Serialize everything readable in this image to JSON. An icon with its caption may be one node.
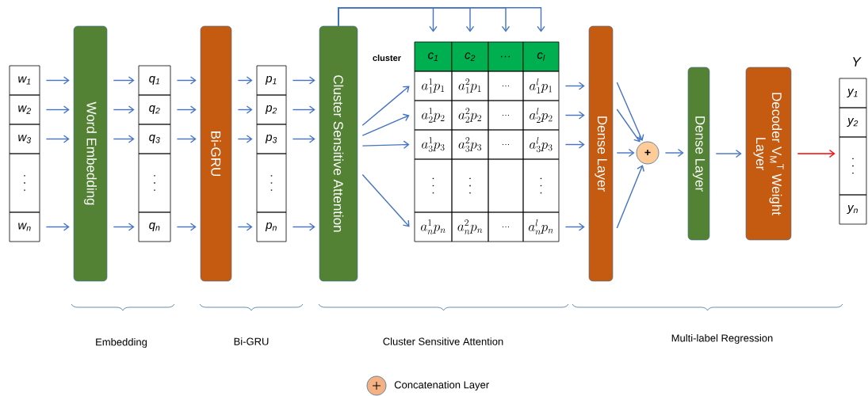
{
  "diagram": {
    "nodes": [
      {
        "text": [
          "w$_{1}$"
        ]
      },
      {
        "text": [
          "w$_{2}$"
        ]
      },
      {
        "text": [
          "w$_{3}$"
        ]
      },
      {
        "text": [
          ". . ."
        ]
      },
      {
        "text": [
          "w$_{n}$"
        ]
      },
      {
        "text": [
          "Word Embedding"
        ]
      },
      {
        "text": [
          "q$_{1}$"
        ]
      },
      {
        "text": [
          "q$_{2}$"
        ]
      },
      {
        "text": [
          "q$_{3}$"
        ]
      },
      {
        "text": [
          ". . ."
        ]
      },
      {
        "text": [
          "q$_{n}$"
        ]
      },
      {
        "text": [
          "Bi-GRU"
        ]
      },
      {
        "text": [
          "p$_{1}$"
        ]
      },
      {
        "text": [
          "p$_{2}$"
        ]
      },
      {
        "text": [
          "p$_{3}$"
        ]
      },
      {
        "text": [
          ". . ."
        ]
      },
      {
        "text": [
          "p$_{n}$"
        ]
      },
      {
        "text": [
          "Cluster Sensitive Attention"
        ]
      },
      {
        "text": [
          "c$_{1}$"
        ]
      },
      {
        "text": [
          "c$_{2}$"
        ]
      },
      {
        "text": [
          "…"
        ]
      },
      {
        "text": [
          "c$_{l}$"
        ]
      },
      {
        "text": [
          "a_1^1p_1"
        ]
      },
      {
        "text": [
          "a_1^2p_1"
        ]
      },
      {
        "text": [
          "…"
        ]
      },
      {
        "text": [
          "a_1^lp_1"
        ]
      },
      {
        "text": [
          "a_2^1p_2"
        ]
      },
      {
        "text": [
          "a_2^2p_2"
        ]
      },
      {
        "text": [
          "…"
        ]
      },
      {
        "text": [
          "a_2^lp_2"
        ]
      },
      {
        "text": [
          "a_3^1p_3"
        ]
      },
      {
        "text": [
          "a_3^2p_3"
        ]
      },
      {
        "text": [
          "…"
        ]
      },
      {
        "text": [
          "a_3^lp_3"
        ]
      },
      {
        "text": [
          ". . ."
        ]
      },
      {
        "text": [
          ". . ."
        ]
      },
      {
        "text": [],
        "shape": "box"
      },
      {
        "text": [
          ". . ."
        ]
      },
      {
        "text": [
          "a_n^1p_n"
        ]
      },
      {
        "text": [
          "a_n^2p_n"
        ]
      },
      {
        "text": [
          "…"
        ]
      },
      {
        "text": [
          "a_n^lp_n"
        ]
      },
      {
        "text": [
          "Dense Layer"
        ]
      },
      {
        "text": [
          "+"
        ]
      },
      {
        "text": [
          "Dense Layer"
        ]
      },
      {
        "text": [
          "Decoder V$_{M}$$^{T}$ Weight Layer"
        ]
      },
      {
        "text": [
          "y$_{1}$"
        ],
        "beside": [
          "Y"
        ]
      },
      {
        "text": [
          "y$_{2}$"
        ]
      },
      {
        "text": [
          ". . ."
        ]
      },
      {
        "text": [
          "y$_{n}$"
        ]
      }
    ],
    "edges": [
      {
        "from": 0,
        "to": 5,
        "arrow": "to"
      },
      {
        "from": 1,
        "to": 5,
        "arrow": "to"
      },
      {
        "from": 2,
        "to": 5,
        "arrow": "to"
      },
      {
        "from": 4,
        "to": 5,
        "arrow": "to"
      },
      {
        "from": 5,
        "to": 6,
        "arrow": "to"
      },
      {
        "from": 5,
        "to": 7,
        "arrow": "to"
      },
      {
        "from": 5,
        "to": 8,
        "arrow": "to"
      },
      {
        "from": 5,
        "to": 10,
        "arrow": "to"
      },
      {
        "from": 6,
        "to": 11,
        "arrow": "to"
      },
      {
        "from": 7,
        "to": 11,
        "arrow": "to"
      },
      {
        "from": 8,
        "to": 11,
        "arrow": "to"
      },
      {
        "from": 10,
        "to": 11,
        "arrow": "to"
      },
      {
        "from": 11,
        "to": 12,
        "arrow": "to"
      },
      {
        "from": 11,
        "to": 13,
        "arrow": "to"
      },
      {
        "from": 11,
        "to": 14,
        "arrow": "to"
      },
      {
        "from": 11,
        "to": 16,
        "arrow": "to"
      },
      {
        "from": 12,
        "to": 17,
        "arrow": "to"
      },
      {
        "from": 13,
        "to": 17,
        "arrow": "to"
      },
      {
        "from": 14,
        "to": 17,
        "arrow": "to"
      },
      {
        "from": 16,
        "to": 17,
        "arrow": "to"
      },
      {
        "from": 17,
        "to": 18,
        "arrow": "to"
      },
      {
        "from": 17,
        "to": 19,
        "arrow": "to"
      },
      {
        "from": 17,
        "to": 20,
        "arrow": "to"
      },
      {
        "from": 17,
        "to": 21,
        "arrow": "to"
      },
      {
        "from": 17,
        "to": 22,
        "arrow": "to"
      },
      {
        "from": 17,
        "to": 26,
        "arrow": "to"
      },
      {
        "from": 17,
        "to": 30,
        "arrow": "to"
      },
      {
        "from": 17,
        "to": 38,
        "arrow": "to"
      },
      {
        "from": 25,
        "to": 42,
        "arrow": "to"
      },
      {
        "from": 29,
        "to": 42,
        "arrow": "to"
      },
      {
        "from": 33,
        "to": 42,
        "arrow": "to"
      },
      {
        "from": 41,
        "to": 42,
        "arrow": "to"
      },
      {
        "from": 42,
        "to": 43,
        "arrow": "to"
      },
      {
        "from": 42,
        "to": 43,
        "arrow": "to"
      },
      {
        "from": 42,
        "to": 43,
        "arrow": "to"
      },
      {
        "from": 42,
        "to": 43,
        "arrow": "to"
      },
      {
        "from": 43,
        "to": 44,
        "arrow": "to"
      },
      {
        "from": 44,
        "to": 45,
        "arrow": "to"
      },
      {
        "from": 45,
        "to": 48,
        "arrow": "to",
        "color": "#ff0000"
      }
    ],
    "labels": [
      "cluster",
      "Embedding",
      "Bi-GRU",
      "Cluster Sensitive Attention",
      "Multi-label Regression"
    ],
    "legend": [
      {
        "text": "Concatenation Layer",
        "color": "#f4b183"
      }
    ]
  }
}
